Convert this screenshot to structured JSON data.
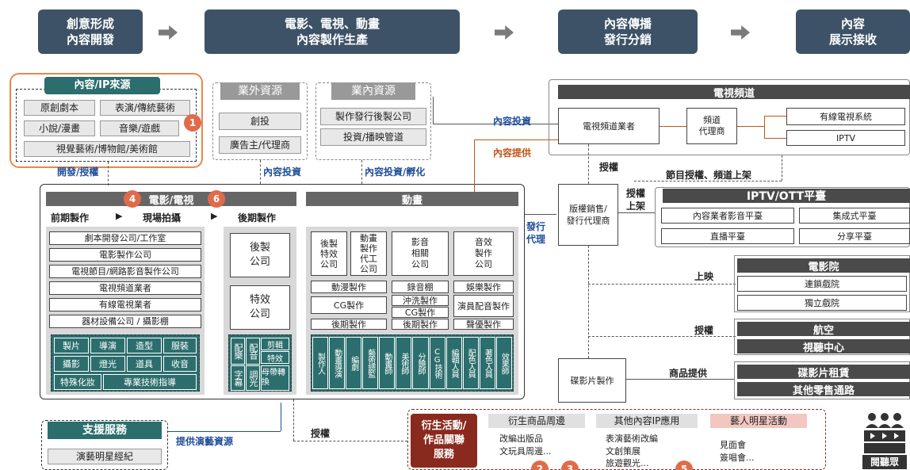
{
  "stages": [
    {
      "label": "創意形成\n內容開發"
    },
    {
      "label": "電影、電視、動畫\n內容製作生產"
    },
    {
      "label": "內容傳播\n發行分銷"
    },
    {
      "label": "內容\n展示接收"
    }
  ],
  "ip_source": {
    "title": "內容/IP來源",
    "items": [
      "原創劇本",
      "表演/傳統藝術",
      "小說/漫畫",
      "音樂/遊戲",
      "視覺藝術/博物館/美術館"
    ],
    "badge": "1",
    "footer": "開發/授權"
  },
  "external_resources": {
    "title": "業外資源",
    "items": [
      "創投",
      "廣告主/代理商"
    ],
    "footer": "內容投資"
  },
  "internal_resources": {
    "title": "業內資源",
    "items": [
      "製作發行後製公司",
      "投資/播映管道"
    ],
    "footer": "內容投資/孵化"
  },
  "film_tv": {
    "title": "電影/電視",
    "badges": [
      "4",
      "6"
    ],
    "phases": [
      "前期製作",
      "▶",
      "現場拍攝",
      "▶",
      "後期製作"
    ],
    "companies": [
      "劇本開發公司/工作室",
      "電影製作公司",
      "電視節目/網路影音製作公司",
      "電視頻道業者",
      "有線電視業者",
      "器材設備公司 / 攝影棚"
    ],
    "crew": [
      "製片",
      "導演",
      "造型",
      "服裝",
      "攝影",
      "燈光",
      "道具",
      "收音",
      "特殊化妝",
      "專業技術指導"
    ],
    "post": [
      "後製\n公司",
      "特效\n公司"
    ],
    "post_crew": [
      "配樂",
      "配音",
      "剪輯",
      "字幕",
      "調光",
      "特效",
      "母帶轉換"
    ]
  },
  "animation": {
    "title": "動畫",
    "companies": [
      "後製\n特效\n公司",
      "動畫\n製作\n代工\n公司",
      "影音\n相關\n公司",
      "音效\n製作\n公司"
    ],
    "tasks": [
      "動漫製作",
      "錄音棚",
      "娛樂製作",
      "CG製作",
      "沖洗製作",
      "CG製作",
      "演員配音製作",
      "後期製作",
      "後期製作",
      "聲優製作"
    ],
    "crew": [
      "製作人",
      "動畫導演",
      "編劇",
      "藝術總監",
      "動畫師",
      "美術師",
      "分鏡師",
      "CG技術",
      "編輯人員",
      "配色人員",
      "著色人員",
      "效果師"
    ]
  },
  "flows": {
    "content_investment": "內容投資",
    "content_supply": "內容提供",
    "authorize": "授權",
    "authorize_list": "授權\n上架",
    "distribution_agent": "發行\n代理",
    "program_auth": "節目授權、頻道上架",
    "screening": "上映",
    "licensing": "授權",
    "product_supply": "商品提供",
    "provide_talent": "提供演藝資源",
    "authorize_bottom": "授權"
  },
  "tv_channel": {
    "title": "電視頻道",
    "operator": "電視頻道業者",
    "agent": "頻道\n代理商",
    "outputs": [
      "有線電視系統",
      "IPTV"
    ]
  },
  "distributor": "版權銷售/\n發行代理商",
  "disc_maker": "碟影片製作",
  "iptv_ott": {
    "title": "IPTV/OTT平臺",
    "items": [
      "內容業者影音平臺",
      "集成式平臺",
      "直播平臺",
      "分享平臺"
    ]
  },
  "cinema": {
    "title": "電影院",
    "items": [
      "連鎖戲院",
      "獨立戲院"
    ]
  },
  "aviation": {
    "title": "航空",
    "sub": "視聽中心"
  },
  "retail": {
    "title": "碟影片租賃",
    "sub": "其他零售通路"
  },
  "support": {
    "title": "支援服務",
    "items": [
      "演藝明星經紀"
    ]
  },
  "derivative": {
    "title": "衍生活動/\n作品關聯\n服務",
    "columns": [
      {
        "title": "衍生商品周邊",
        "items": [
          "改編出版品",
          "文玩具周邊..."
        ]
      },
      {
        "title": "其他內容IP應用",
        "items": [
          "表演藝術改編",
          "文創策展",
          "旅遊觀光..."
        ]
      },
      {
        "title": "藝人明星活動",
        "items": [
          "見面會",
          "簽唱會..."
        ]
      }
    ],
    "badges": [
      "2",
      "3",
      "5"
    ]
  },
  "audience": {
    "label": "閱聽眾",
    "icon": "audience-icon"
  },
  "colors": {
    "stage": "#3d5266",
    "teal": "#2c6e6e",
    "accent": "#e06b4a",
    "blue": "#1f4e9a",
    "orange": "#c0561a",
    "dark_red": "#8a2a1f"
  }
}
